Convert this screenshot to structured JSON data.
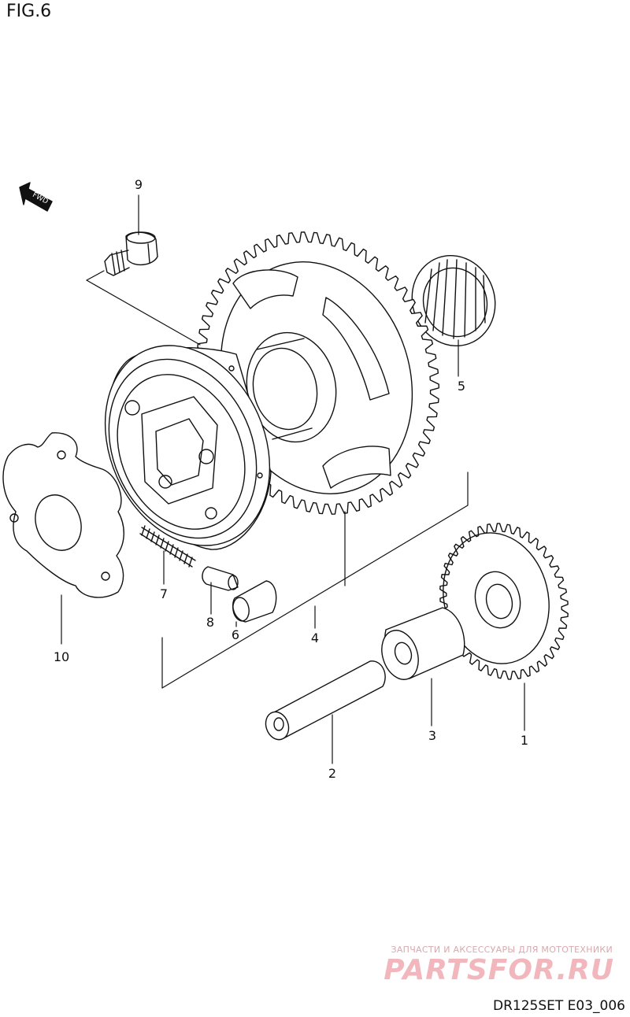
{
  "figure_label": "FIG.6",
  "drawing_code": "DR125SET E03_006",
  "direction_badge": "FWD",
  "watermark": {
    "tagline": "ЗАПЧАСТИ И АКСЕССУАРЫ ДЛЯ МОТОТЕХНИКИ",
    "brand": "PARTSFOR.RU"
  },
  "callouts": [
    "1",
    "2",
    "3",
    "4",
    "5",
    "6",
    "7",
    "8",
    "9",
    "10"
  ]
}
